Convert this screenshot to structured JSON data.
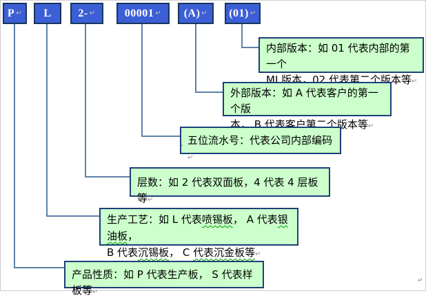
{
  "marks": {
    "return_mark": "↵",
    "stray_dot": "."
  },
  "code_boxes": [
    {
      "label": "P"
    },
    {
      "label": "L"
    },
    {
      "label": "2-"
    },
    {
      "label": "00001"
    },
    {
      "label": "(A)"
    },
    {
      "label": "(01)"
    }
  ],
  "annotations": [
    {
      "name": "internal-version",
      "lines": [
        "内部版本：如 01 代表内部的第一个",
        "MI 版本，02 代表第二个版本等"
      ]
    },
    {
      "name": "external-version",
      "lines": [
        "外部版本：如 A 代表客户的第一个版",
        "本， B 代表客户第二个版本等"
      ]
    },
    {
      "name": "serial-number",
      "lines": [
        "五位流水号：代表公司内部编码"
      ]
    },
    {
      "name": "layer-count",
      "lines": [
        "层数：如 2 代表双面板，4 代表 4 层板等"
      ]
    },
    {
      "name": "production-process",
      "segment_lines": [
        [
          {
            "t": "生产工艺：如 L 代表",
            "w": false
          },
          {
            "t": "喷锡板",
            "w": true
          },
          {
            "t": "， A 代表",
            "w": false
          },
          {
            "t": "银油板",
            "w": true
          },
          {
            "t": "，",
            "w": false
          }
        ],
        [
          {
            "t": "B 代表",
            "w": false
          },
          {
            "t": "沉锡板",
            "w": true
          },
          {
            "t": "， C ",
            "w": false
          },
          {
            "t": "代表沉金板等",
            "w": true
          }
        ]
      ]
    },
    {
      "name": "product-nature",
      "lines": [
        "产品性质：如 P 代表生产板， S 代表样板等"
      ]
    }
  ],
  "colors": {
    "code_box_fill": "#3c5fd6",
    "code_box_border": "#17365d",
    "note_fill": "#ccffcc",
    "note_border": "#1b3f77",
    "connector": "#5d80a8",
    "spellcheck_wavy": "#009900",
    "text": "#000000",
    "code_text": "#ffffff"
  }
}
